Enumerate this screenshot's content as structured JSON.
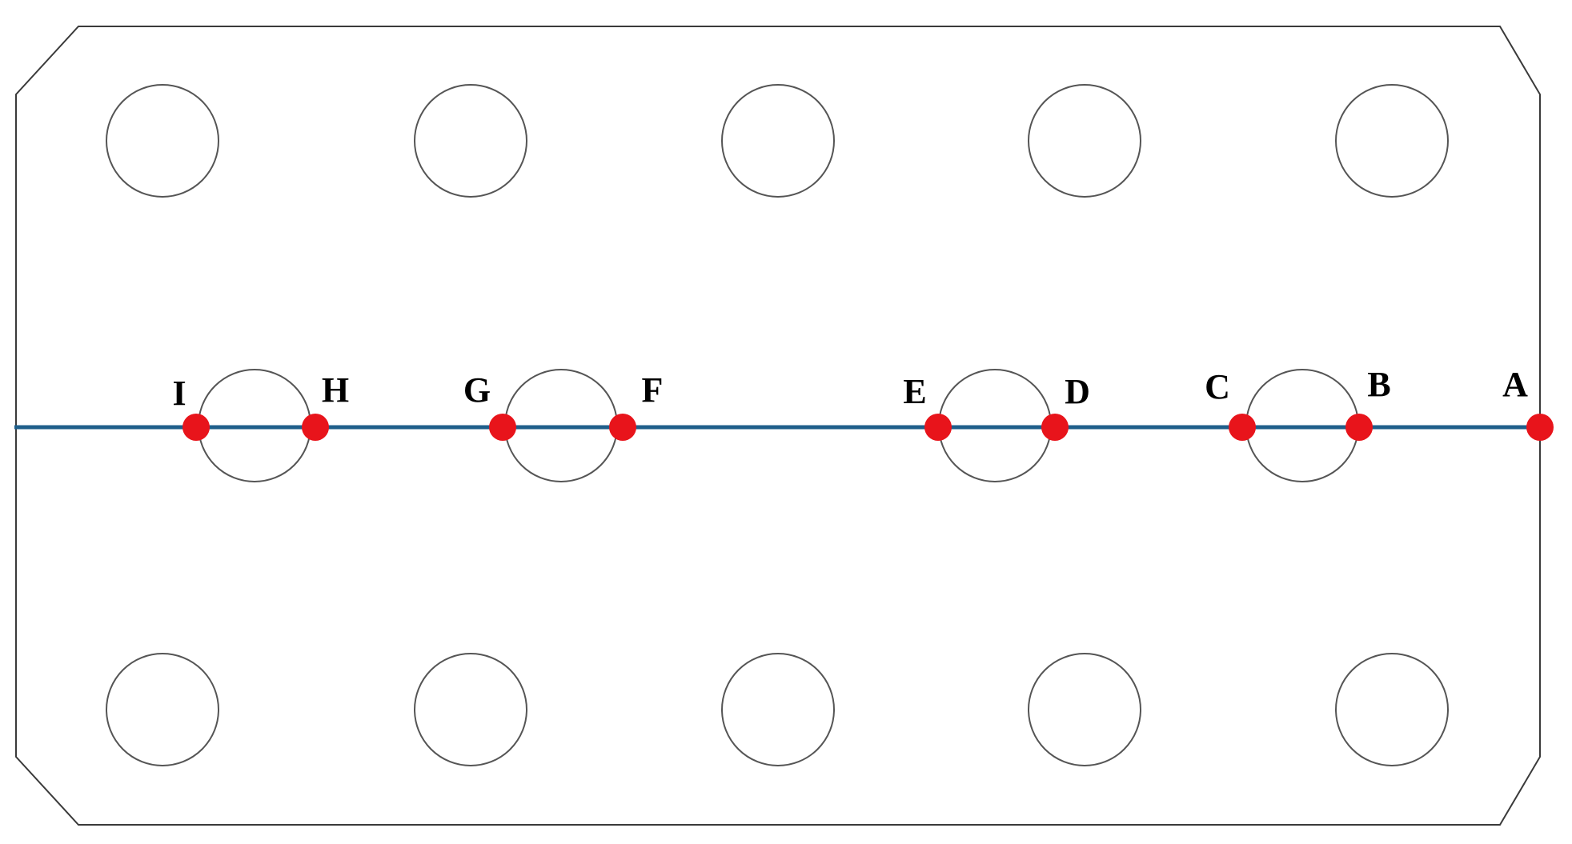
{
  "colors": {
    "line": "#1f5f8b",
    "marker": "#e8141b",
    "outline": "#3a3a3a",
    "label": "#000000"
  },
  "points": [
    {
      "id": "A",
      "label": "A"
    },
    {
      "id": "B",
      "label": "B"
    },
    {
      "id": "C",
      "label": "C"
    },
    {
      "id": "D",
      "label": "D"
    },
    {
      "id": "E",
      "label": "E"
    },
    {
      "id": "F",
      "label": "F"
    },
    {
      "id": "G",
      "label": "G"
    },
    {
      "id": "H",
      "label": "H"
    },
    {
      "id": "I",
      "label": "I"
    }
  ]
}
